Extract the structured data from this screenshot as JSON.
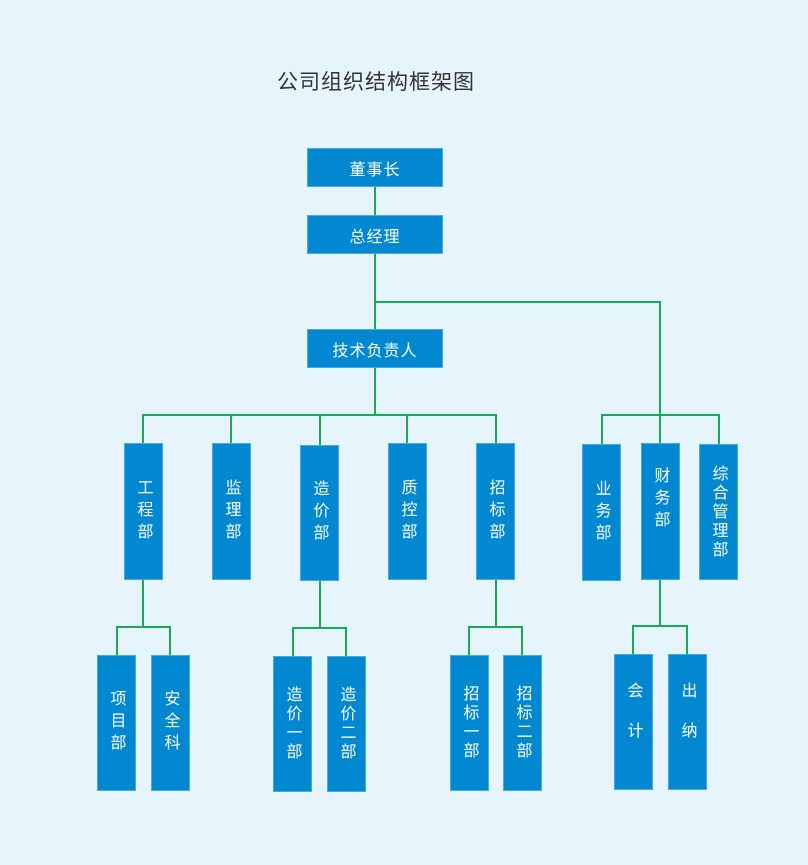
{
  "title": "公司组织结构框架图",
  "colors": {
    "background": "#e6f4fc",
    "box_fill": "#0288d1",
    "box_text": "#ffffff",
    "connector": "#1aaa55",
    "title_text": "#333333"
  },
  "nodes": {
    "chairman": "董事长",
    "general_manager": "总经理",
    "technical_lead": "技术负责人",
    "engineering_dept": "工程部",
    "supervision_dept": "监理部",
    "cost_dept": "造价部",
    "quality_dept": "质控部",
    "bidding_dept": "招标部",
    "business_dept": "业务部",
    "finance_dept": "财务部",
    "admin_dept": "综合管理部",
    "project_dept": "项目部",
    "safety_section": "安全科",
    "cost_dept_1": "造价一部",
    "cost_dept_2": "造价二部",
    "bidding_dept_1": "招标一部",
    "bidding_dept_2": "招标二部",
    "accounting": "会计",
    "cashier": "出纳"
  },
  "hierarchy": [
    {
      "node": "chairman",
      "children": [
        "general_manager"
      ]
    },
    {
      "node": "general_manager",
      "children": [
        "technical_lead",
        "finance_dept"
      ]
    },
    {
      "node": "technical_lead",
      "children": [
        "engineering_dept",
        "supervision_dept",
        "cost_dept",
        "quality_dept",
        "bidding_dept"
      ]
    },
    {
      "node": "finance_dept",
      "siblings_group": [
        "business_dept",
        "finance_dept",
        "admin_dept"
      ]
    },
    {
      "node": "engineering_dept",
      "children": [
        "project_dept",
        "safety_section"
      ]
    },
    {
      "node": "cost_dept",
      "children": [
        "cost_dept_1",
        "cost_dept_2"
      ]
    },
    {
      "node": "bidding_dept",
      "children": [
        "bidding_dept_1",
        "bidding_dept_2"
      ]
    },
    {
      "node": "finance_dept",
      "children": [
        "accounting",
        "cashier"
      ]
    }
  ]
}
